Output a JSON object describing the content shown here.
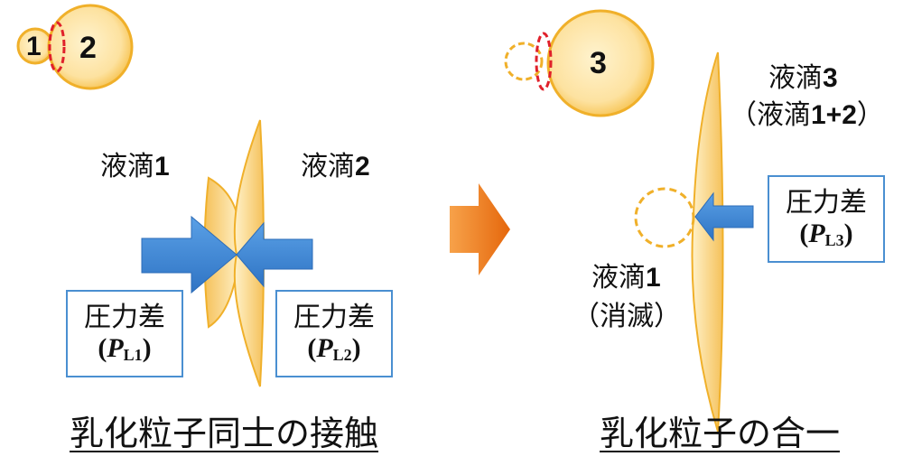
{
  "colors": {
    "droplet_fill": "#fde6a8",
    "droplet_edge": "#f3b52a",
    "arrow_blue": "#3d86d6",
    "arrow_orange": "#ef7a14",
    "contact_red": "#e0202a",
    "box_border": "#4a8fd1"
  },
  "left_panel": {
    "small_drop_num": "1",
    "large_drop_num": "2",
    "label_drop1": {
      "text": "液滴",
      "num": "1"
    },
    "label_drop2": {
      "text": "液滴",
      "num": "2"
    },
    "box1": {
      "title": "圧力差",
      "open": "(",
      "P": "P",
      "sub": "L1",
      "close": ")"
    },
    "box2": {
      "title": "圧力差",
      "open": "(",
      "P": "P",
      "sub": "L2",
      "close": ")"
    },
    "caption": "乳化粒子同士の接触"
  },
  "right_panel": {
    "big_drop_num": "3",
    "label_drop3": {
      "text": "液滴",
      "num": "3"
    },
    "label_drop3_sub": {
      "open": "（液滴",
      "num": "1+2",
      "close": "）"
    },
    "label_drop1": {
      "text": "液滴",
      "num": "1"
    },
    "label_drop1_sub": "（消滅）",
    "box3": {
      "title": "圧力差",
      "open": "(",
      "P": "P",
      "sub": "L3",
      "close": ")"
    },
    "caption": "乳化粒子の合一"
  },
  "transition_arrow": "right-arrow-icon"
}
